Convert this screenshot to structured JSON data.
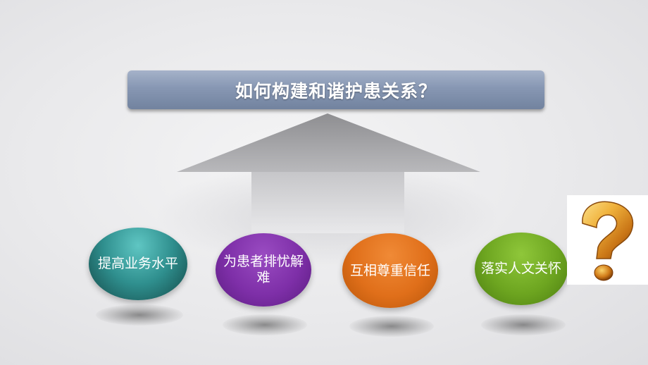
{
  "title": "如何构建和谐护患关系？",
  "items": [
    {
      "label": "提高业务水平",
      "color": "#2f8f8e"
    },
    {
      "label": "为患者排忧解难",
      "color": "#7e2fa8"
    },
    {
      "label": "互相尊重信任",
      "color": "#e06f1a"
    },
    {
      "label": "落实人文关怀",
      "color": "#6da520"
    }
  ],
  "icons": {
    "arrow": "up-arrow-icon",
    "question": "question-mark-icon"
  }
}
